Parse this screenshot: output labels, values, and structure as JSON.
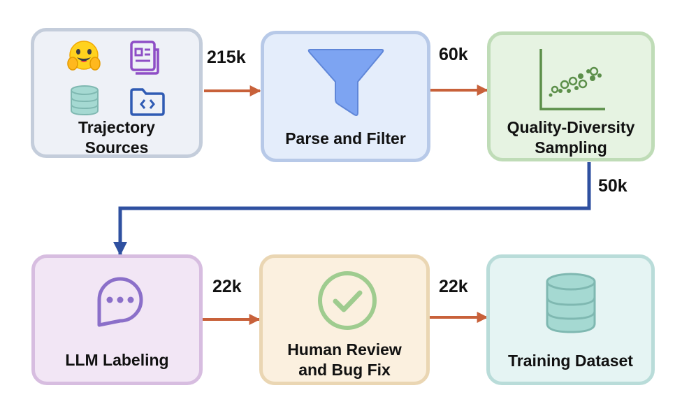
{
  "steps": {
    "trajectory_sources": {
      "label_line1": "Trajectory",
      "label_line2": "Sources"
    },
    "parse_filter": {
      "label": "Parse and Filter"
    },
    "quality_diversity": {
      "label_line1": "Quality-Diversity",
      "label_line2": "Sampling"
    },
    "llm_labeling": {
      "label": "LLM Labeling"
    },
    "human_review": {
      "label_line1": "Human Review",
      "label_line2": "and Bug Fix"
    },
    "training_dataset": {
      "label": "Training Dataset"
    }
  },
  "counts": {
    "sources_to_filter": "215k",
    "filter_to_sampling": "60k",
    "sampling_to_labeling": "50k",
    "labeling_to_review": "22k",
    "review_to_dataset": "22k"
  },
  "icons": [
    "hugging-face-icon",
    "document-icon",
    "database-icon",
    "code-folder-icon",
    "funnel-icon",
    "scatter-plot-icon",
    "chat-bubble-icon",
    "check-circle-icon",
    "database-icon"
  ],
  "colors": {
    "box1_fill": "#eef1f7",
    "box1_border": "#c4cddb",
    "box2_fill": "#e4edfb",
    "box2_border": "#b7c9e8",
    "box3_fill": "#e6f3e2",
    "box3_border": "#bfdcb7",
    "box4_fill": "#f2e6f5",
    "box4_border": "#d7bde0",
    "box5_fill": "#fbf0df",
    "box5_border": "#ead6b3",
    "box6_fill": "#e5f4f3",
    "box6_border": "#b9dcd9",
    "arrow_orange": "#c8613a",
    "arrow_blue": "#2f50a0"
  }
}
